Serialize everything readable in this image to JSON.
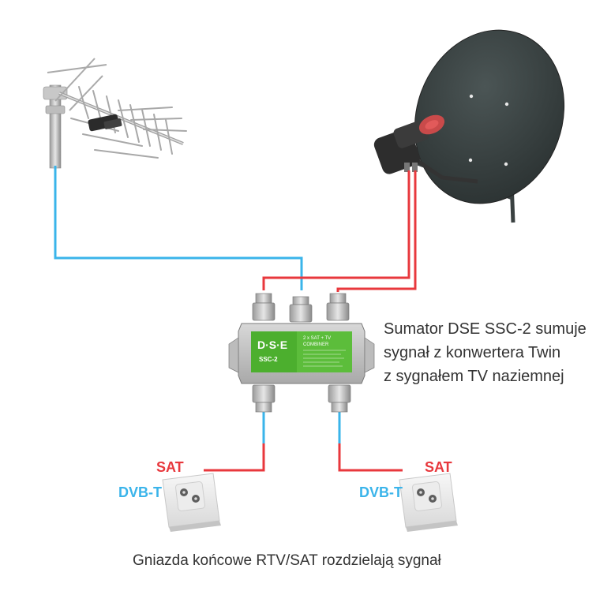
{
  "description": {
    "line1": "Sumator DSE SSC-2 sumuje",
    "line2": "sygnał z konwertera Twin",
    "line3": "z sygnałem TV naziemnej"
  },
  "caption": "Gniazda końcowe RTV/SAT rozdzielają sygnał",
  "outlet_left": {
    "sat_label": "SAT",
    "dvbt_label": "DVB-T"
  },
  "outlet_right": {
    "sat_label": "SAT",
    "dvbt_label": "DVB-T"
  },
  "device": {
    "brand": "D·S·E",
    "model": "SSC-2",
    "panel_title": "2 x SAT + TV",
    "panel_subtitle": "COMBINER"
  },
  "colors": {
    "sat_cable": "#e8383d",
    "tv_cable": "#3ab4ea",
    "device_panel": "#4caf2e",
    "dish": "#3c4444"
  }
}
